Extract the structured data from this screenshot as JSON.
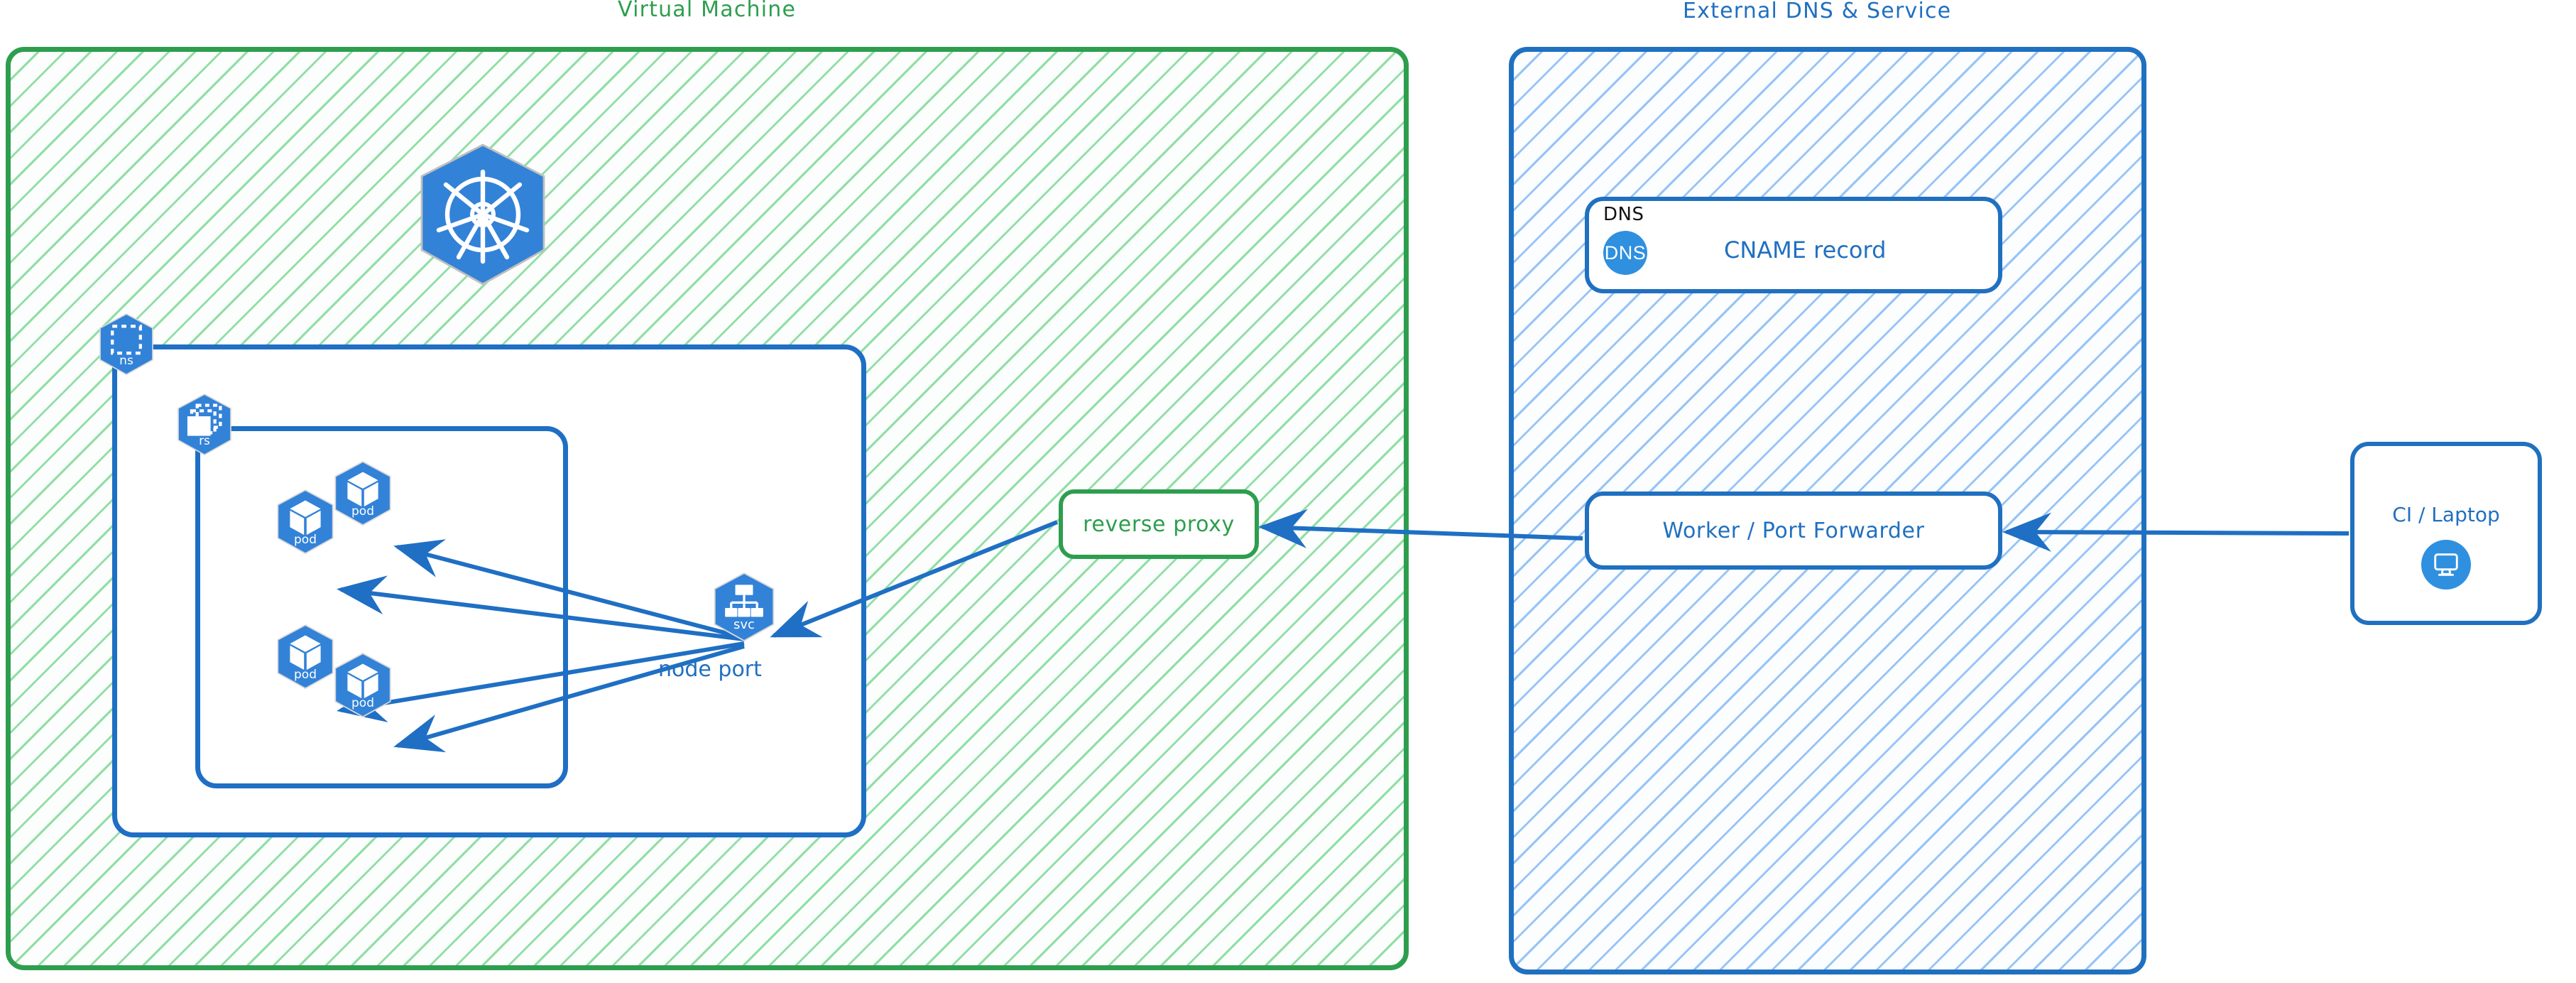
{
  "zones": [
    {
      "id": "vm",
      "title": "Virtual Machine",
      "color": "#2e9e4e"
    },
    {
      "id": "ext",
      "title": "External DNS & Service",
      "color": "#2070c0"
    }
  ],
  "k8s_logo": {
    "name": "kubernetes-logo",
    "alt": "Kubernetes"
  },
  "badges": [
    {
      "id": "ns",
      "label": "ns",
      "icon": "namespace-icon"
    },
    {
      "id": "rs",
      "label": "rs",
      "icon": "replicaset-icon"
    },
    {
      "id": "pod1",
      "label": "pod",
      "icon": "pod-cube-icon"
    },
    {
      "id": "pod2",
      "label": "pod",
      "icon": "pod-cube-icon"
    },
    {
      "id": "pod3",
      "label": "pod",
      "icon": "pod-cube-icon"
    },
    {
      "id": "pod4",
      "label": "pod",
      "icon": "pod-cube-icon"
    },
    {
      "id": "svc",
      "label": "svc",
      "icon": "service-tree-icon"
    }
  ],
  "nodes": {
    "node_port_caption": "node port",
    "reverse_proxy": {
      "label": "reverse proxy",
      "color": "#2e9e4e"
    },
    "dns": {
      "tag": "DNS",
      "badge_text": "DNS",
      "record_label": "CNAME record",
      "badge_color": "#2f90e0",
      "color": "#2070c0"
    },
    "worker": {
      "label": "Worker / Port Forwarder",
      "color": "#2070c0"
    },
    "client": {
      "label": "CI / Laptop",
      "icon": "desktop-monitor-icon",
      "color": "#2070c0"
    }
  },
  "edges": [
    {
      "from": "svc",
      "to": "pod1",
      "direction": "svc-to-pod"
    },
    {
      "from": "svc",
      "to": "pod2",
      "direction": "svc-to-pod"
    },
    {
      "from": "svc",
      "to": "pod3",
      "direction": "svc-to-pod"
    },
    {
      "from": "svc",
      "to": "pod4",
      "direction": "svc-to-pod"
    },
    {
      "from": "reverse-proxy",
      "to": "svc",
      "direction": "proxy-to-service"
    },
    {
      "from": "worker",
      "to": "reverse-proxy",
      "direction": "worker-to-proxy"
    },
    {
      "from": "client",
      "to": "worker",
      "direction": "client-to-worker"
    }
  ],
  "colors": {
    "k8s_blue": "#3282d8",
    "edge_blue": "#1f6fc4",
    "green": "#2e9e4e",
    "blue": "#2070c0"
  }
}
